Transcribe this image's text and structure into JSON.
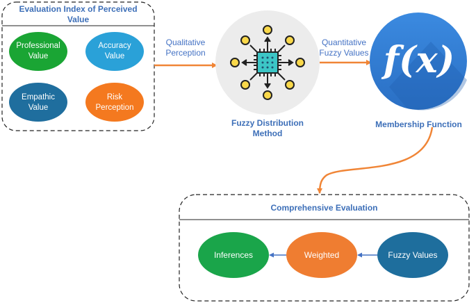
{
  "left_panel": {
    "title_line1": "Evaluation Index of Perceived",
    "title_line2": "Value",
    "items": [
      {
        "line1": "Professional",
        "line2": "Value",
        "color": "#1aa534"
      },
      {
        "line1": "Accuracy",
        "line2": "Value",
        "color": "#2aa1d8"
      },
      {
        "line1": "Empathic",
        "line2": "Value",
        "color": "#1f6e9e"
      },
      {
        "line1": "Risk",
        "line2": "Perception",
        "color": "#f4791f"
      }
    ]
  },
  "arrow1": {
    "line1": "Qualitative",
    "line2": "Perception"
  },
  "fuzzy_method": {
    "line1": "Fuzzy Distribution",
    "line2": "Method",
    "icon": "fuzzy-network-icon"
  },
  "arrow2": {
    "line1": "Quantitative",
    "line2": "Fuzzy Values"
  },
  "membership": {
    "symbol": "f(x)",
    "label": "Membership Function",
    "icon": "function-icon",
    "color": "#2f7ad1"
  },
  "bottom_panel": {
    "title": "Comprehensive Evaluation",
    "items": [
      {
        "label": "Inferences",
        "color": "#1aa54a"
      },
      {
        "label": "Weighted",
        "color": "#ef7d31"
      },
      {
        "label": "Fuzzy Values",
        "color": "#1e6e9d"
      }
    ]
  },
  "colors": {
    "arrow": "#f08536",
    "inner_arrow": "#4472c4",
    "text_blue": "#3d6fb8"
  }
}
